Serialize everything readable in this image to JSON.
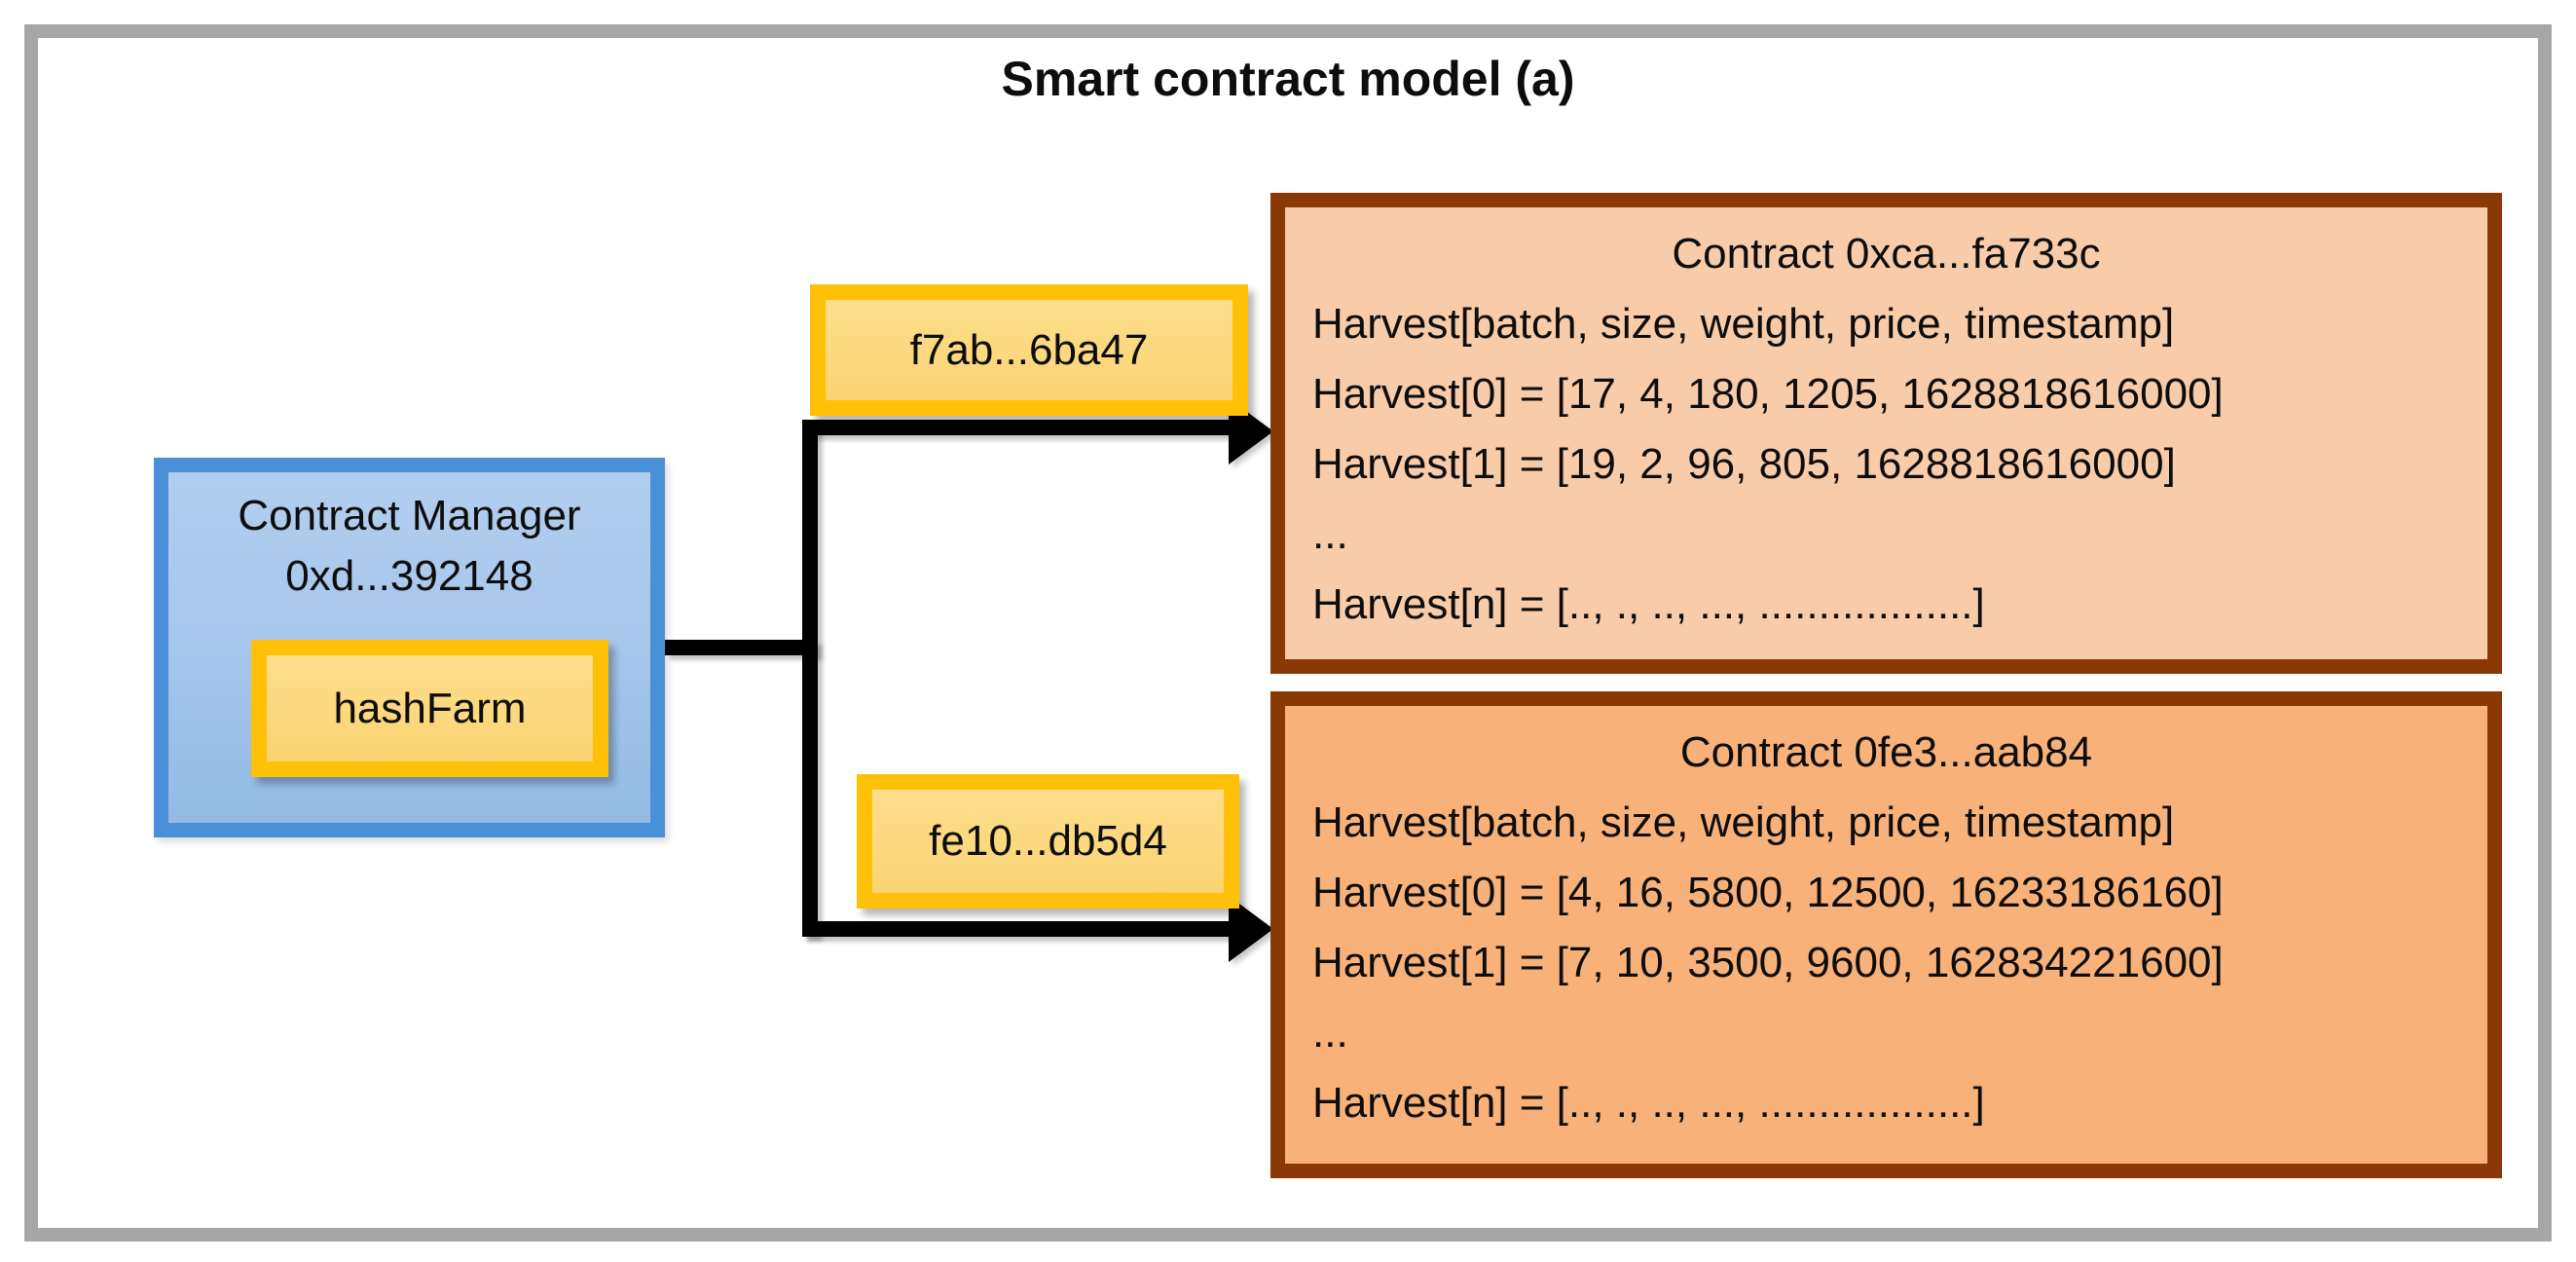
{
  "title": "Smart contract model (a)",
  "manager": {
    "name": "Contract Manager",
    "address": "0xd...392148",
    "function_label": "hashFarm"
  },
  "transactions": [
    {
      "hash": "f7ab...6ba47"
    },
    {
      "hash": "fe10...db5d4"
    }
  ],
  "contracts": [
    {
      "title": "Contract 0xca...fa733c",
      "schema": "Harvest[batch, size, weight, price, timestamp]",
      "rows": [
        "Harvest[0] = [17, 4, 180, 1205, 1628818616000]",
        "Harvest[1] = [19, 2, 96, 805, 1628818616000]",
        "...",
        "Harvest[n] = [.., ., .., ..., ..................]"
      ]
    },
    {
      "title": "Contract 0fe3...aab84",
      "schema": "Harvest[batch, size, weight, price, timestamp]",
      "rows": [
        "Harvest[0] = [4, 16, 5800, 12500, 16233186160]",
        "Harvest[1] = [7, 10, 3500, 9600, 162834221600]",
        "...",
        "Harvest[n] = [.., ., .., ..., ..................]"
      ]
    }
  ],
  "colors": {
    "frame_gray": "#A6A6A6",
    "manager_border": "#4A90D9",
    "manager_fill": "#A9C7EA",
    "gold_border": "#FFC107",
    "gold_fill": "#FBD576",
    "contract_border": "#8A3805",
    "contract1_fill": "#F9CCA9",
    "contract2_fill": "#F8B279",
    "arrow_black": "#000000"
  }
}
